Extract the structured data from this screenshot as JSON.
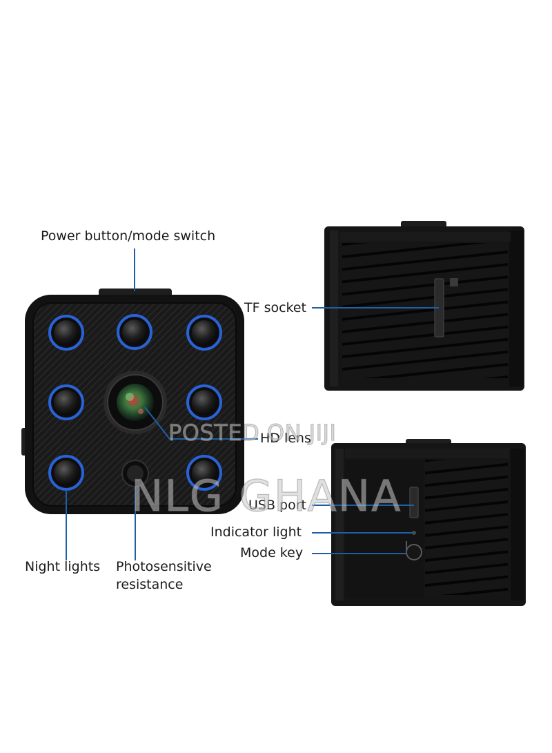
{
  "labels": {
    "power": "Power button/mode switch",
    "tf_socket": "TF socket",
    "hd_lens": "HD lens",
    "usb_port": "USB port",
    "indicator_light": "Indicator light",
    "mode_key": "Mode key",
    "night_lights": "Night lights",
    "photo_line1": "Photosensitive",
    "photo_line2": "resistance"
  },
  "watermark": {
    "line1": "POSTED ON JIJI",
    "line2": "NLG GHANA"
  },
  "colors": {
    "callout_line": "#1f5fa8",
    "ring_blue": "#2a63d8",
    "device_body": "#141414",
    "label_text": "#1a1a1a"
  }
}
